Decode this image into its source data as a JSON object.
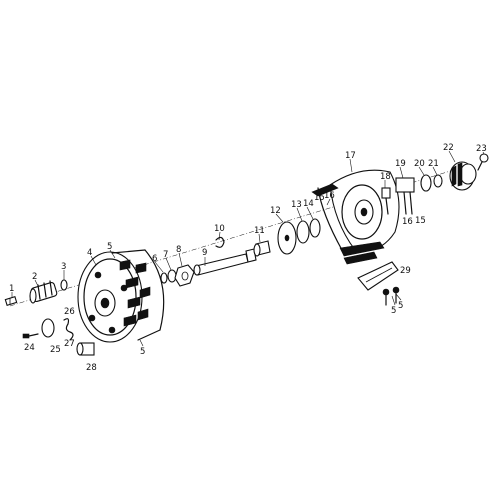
{
  "parts": [
    {
      "id": "1",
      "label": "1"
    },
    {
      "id": "2",
      "label": "2"
    },
    {
      "id": "3",
      "label": "3"
    },
    {
      "id": "4",
      "label": "4"
    },
    {
      "id": "5a",
      "label": "5"
    },
    {
      "id": "5b",
      "label": "5"
    },
    {
      "id": "5c",
      "label": "5"
    },
    {
      "id": "5d",
      "label": "5"
    },
    {
      "id": "6",
      "label": "6"
    },
    {
      "id": "7",
      "label": "7"
    },
    {
      "id": "8",
      "label": "8"
    },
    {
      "id": "9",
      "label": "9"
    },
    {
      "id": "10",
      "label": "10"
    },
    {
      "id": "11",
      "label": "11"
    },
    {
      "id": "12",
      "label": "12"
    },
    {
      "id": "13",
      "label": "13"
    },
    {
      "id": "14",
      "label": "14"
    },
    {
      "id": "15a",
      "label": "15"
    },
    {
      "id": "15b",
      "label": "15"
    },
    {
      "id": "16a",
      "label": "16"
    },
    {
      "id": "16b",
      "label": "16"
    },
    {
      "id": "17",
      "label": "17"
    },
    {
      "id": "18",
      "label": "18"
    },
    {
      "id": "19",
      "label": "19"
    },
    {
      "id": "20",
      "label": "20"
    },
    {
      "id": "21",
      "label": "21"
    },
    {
      "id": "22",
      "label": "22"
    },
    {
      "id": "23",
      "label": "23"
    },
    {
      "id": "24",
      "label": "24"
    },
    {
      "id": "25",
      "label": "25"
    },
    {
      "id": "26",
      "label": "26"
    },
    {
      "id": "27",
      "label": "27"
    },
    {
      "id": "28",
      "label": "28"
    },
    {
      "id": "29",
      "label": "29"
    }
  ]
}
